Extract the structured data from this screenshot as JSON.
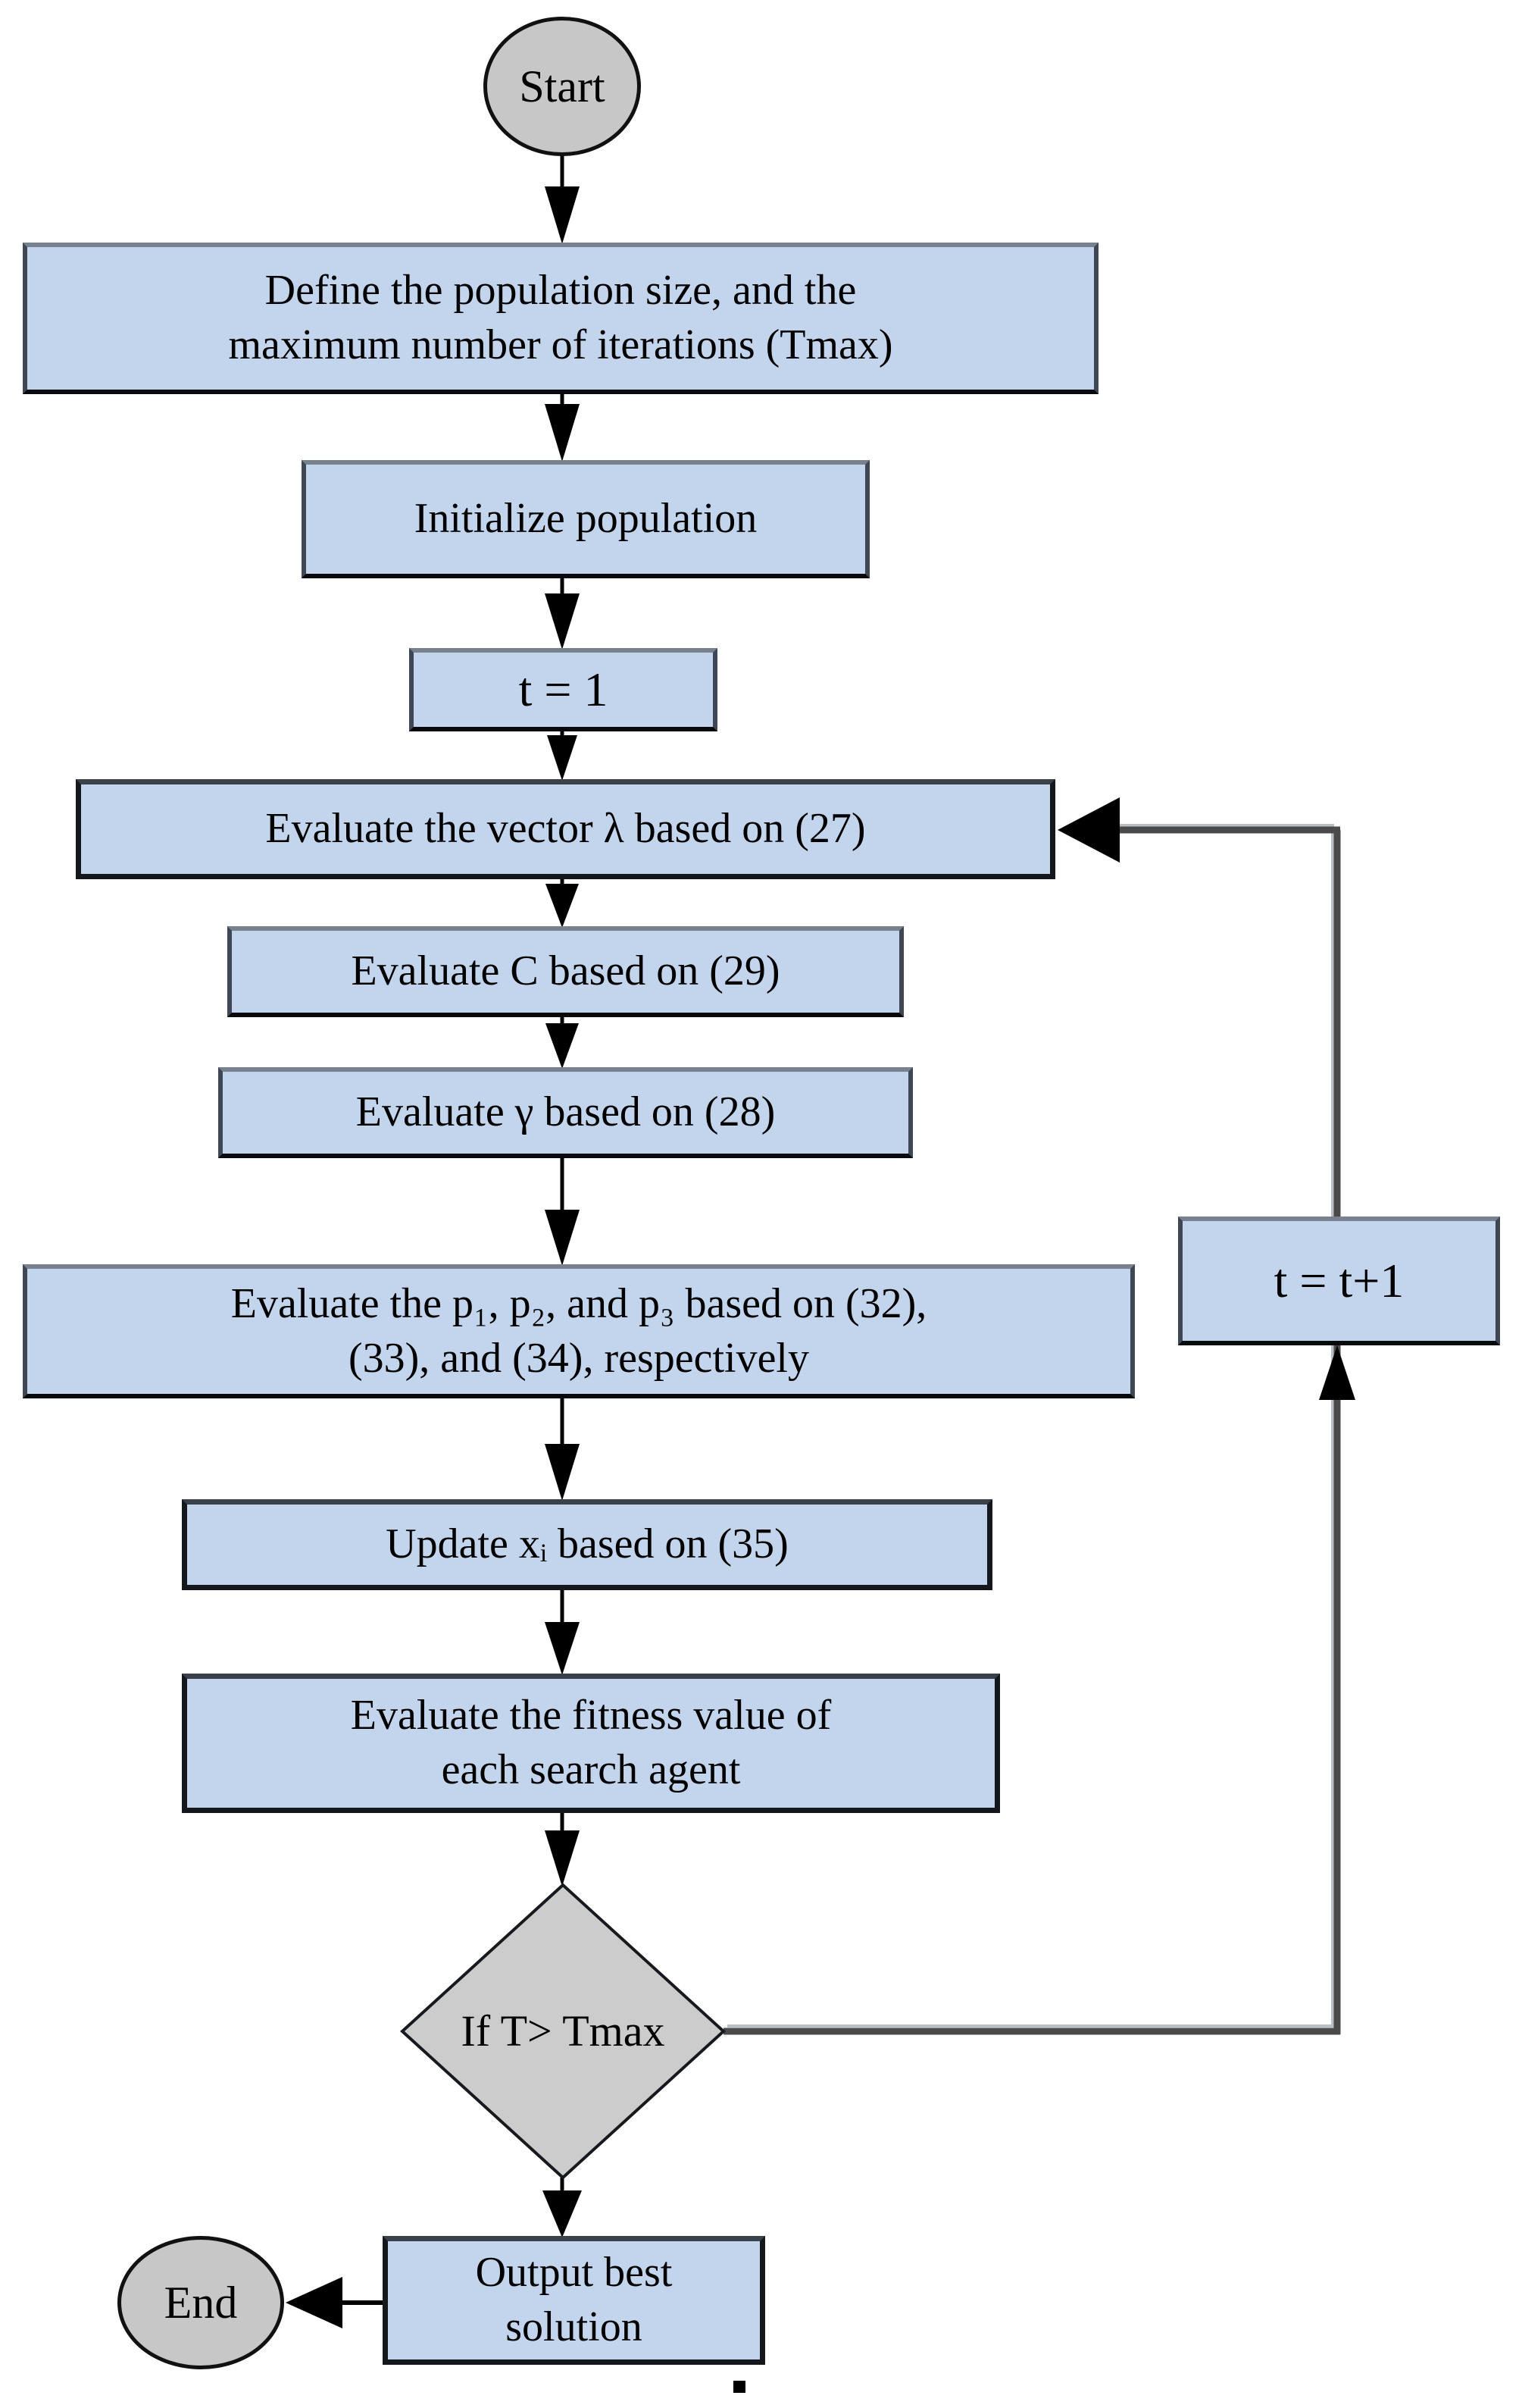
{
  "nodes": {
    "start": {
      "label": "Start",
      "shape": "ellipse"
    },
    "define": {
      "label": "Define the population size, and the\nmaximum number of iterations (Tmax)",
      "shape": "process"
    },
    "init": {
      "label": "Initialize population",
      "shape": "process"
    },
    "t1": {
      "label": "t = 1",
      "shape": "process"
    },
    "lambda": {
      "label": "Evaluate the vector λ based on (27)",
      "shape": "process"
    },
    "c": {
      "label": "Evaluate C based on (29)",
      "shape": "process"
    },
    "gamma": {
      "label": "Evaluate γ based on (28)",
      "shape": "process"
    },
    "p123": {
      "label": "Evaluate the p₁, p₂, and p₃ based on (32),\n(33), and (34), respectively",
      "shape": "process"
    },
    "update": {
      "label": "Update xᵢ based on (35)",
      "shape": "process"
    },
    "fitness": {
      "label": "Evaluate the fitness value of\neach search agent",
      "shape": "process"
    },
    "decision": {
      "label": "If T> Tmax",
      "shape": "decision"
    },
    "tinc": {
      "label": "t = t+1",
      "shape": "process"
    },
    "output": {
      "label": "Output best\nsolution",
      "shape": "process"
    },
    "end": {
      "label": "End",
      "shape": "ellipse"
    }
  },
  "colors": {
    "page_bg": "#ffffff",
    "box_fill": "#c3d5ed",
    "terminal_fill": "#c7c7c7",
    "decision_fill": "#cccccc",
    "arrow": "#000000",
    "connector": "#4a4a4a",
    "connector_hilite": "#b9bfc6"
  }
}
